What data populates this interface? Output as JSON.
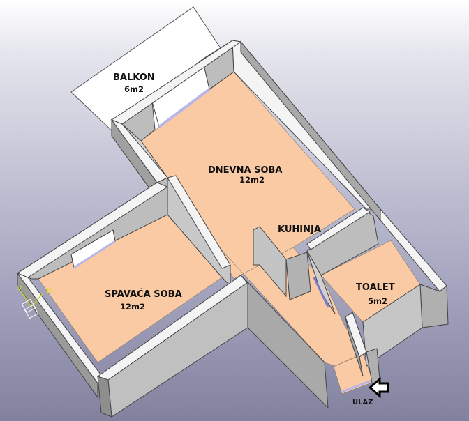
{
  "rooms": {
    "balkon": {
      "name": "BALKON",
      "area": "6m2"
    },
    "dnevna": {
      "name": "DNEVNA SOBA",
      "area": "12m2"
    },
    "kuhinja": {
      "name": "KUHINJA"
    },
    "toalet": {
      "name": "TOALET",
      "area": "5m2"
    },
    "spavaca": {
      "name": "SPAVAĆA SOBA",
      "area": "12m2"
    }
  },
  "entrance": {
    "label": "ULAZ",
    "icon": "entrance-arrow-icon"
  },
  "axis_triad": {
    "h_label": "H",
    "v_label": "V"
  },
  "colors": {
    "floor": "#f9caa4",
    "wall_top": "#f4f4f4",
    "wall_side": "#b9b9b9",
    "wall_dark": "#9a9a9a",
    "balcony": "#ffffff",
    "window_glass": "#c8c6ea"
  }
}
